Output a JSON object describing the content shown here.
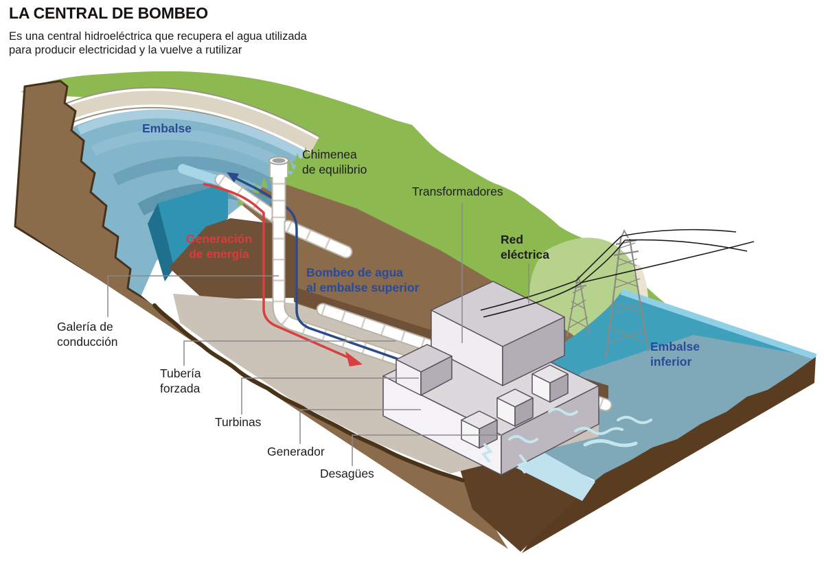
{
  "header": {
    "title": "LA CENTRAL DE BOMBEO",
    "subtitle": "Es una central hidroeléctrica que recupera el agua utilizada\npara producir electricidad y la vuelve a rutilizar"
  },
  "diagram": {
    "labels": {
      "embalse": "Embalse",
      "chimenea": "Chimenea\nde equilibrio",
      "transformadores": "Transformadores",
      "red_electrica": "Red\neléctrica",
      "generacion": "Generación\nde energía",
      "bombeo": "Bombeo de agua\nal embalse superior",
      "galeria": "Galería de\nconducción",
      "tuberia": "Tubería\nforzada",
      "turbinas": "Turbinas",
      "generador": "Generador",
      "desagues": "Desagües",
      "embalse_inferior": "Embalse\ninferior"
    },
    "flows": {
      "generation_direction": "hacia la central (abajo)",
      "pumping_direction": "hacia el embalse superior (arriba)"
    }
  },
  "colors": {
    "flow_generation_red": "#d84040",
    "flow_pumping_blue": "#2b4a8c",
    "label_blue": "#2b4a96",
    "hill_green": "#8cba50",
    "water_upper": "#84b6cb",
    "water_lower_teal": "#3fa0bc",
    "terrain_brown": "#8a6b4c",
    "dam_cream": "#dcd5c3"
  }
}
